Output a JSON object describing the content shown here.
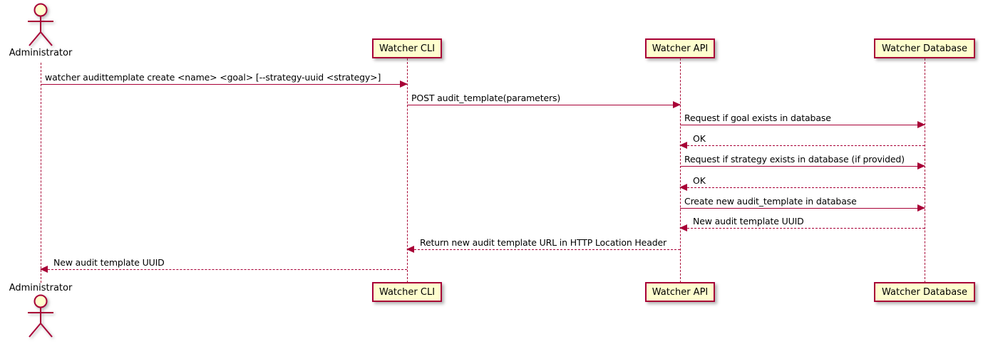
{
  "colors": {
    "accent": "#A80036",
    "participant_fill": "#FEFECE",
    "text": "#000000",
    "background": "#FFFFFF"
  },
  "participants": [
    {
      "label": "Administrator",
      "type": "actor"
    },
    {
      "label": "Watcher CLI",
      "type": "participant"
    },
    {
      "label": "Watcher API",
      "type": "participant"
    },
    {
      "label": "Watcher Database",
      "type": "participant"
    }
  ],
  "messages": [
    {
      "from": "Administrator",
      "to": "Watcher CLI",
      "line": "solid",
      "text": "watcher audittemplate create <name> <goal> [--strategy-uuid <strategy>]"
    },
    {
      "from": "Watcher CLI",
      "to": "Watcher API",
      "line": "solid",
      "text": "POST audit_template(parameters)"
    },
    {
      "from": "Watcher API",
      "to": "Watcher Database",
      "line": "solid",
      "text": "Request if goal exists in database"
    },
    {
      "from": "Watcher Database",
      "to": "Watcher API",
      "line": "dashed",
      "text": "OK"
    },
    {
      "from": "Watcher API",
      "to": "Watcher Database",
      "line": "solid",
      "text": "Request if strategy exists in database (if provided)"
    },
    {
      "from": "Watcher Database",
      "to": "Watcher API",
      "line": "dashed",
      "text": "OK"
    },
    {
      "from": "Watcher API",
      "to": "Watcher Database",
      "line": "solid",
      "text": "Create new audit_template in database"
    },
    {
      "from": "Watcher Database",
      "to": "Watcher API",
      "line": "dashed",
      "text": "New audit template UUID"
    },
    {
      "from": "Watcher API",
      "to": "Watcher CLI",
      "line": "dashed",
      "text": "Return new audit template URL in HTTP Location Header"
    },
    {
      "from": "Watcher CLI",
      "to": "Administrator",
      "line": "dashed",
      "text": "New audit template UUID"
    }
  ]
}
